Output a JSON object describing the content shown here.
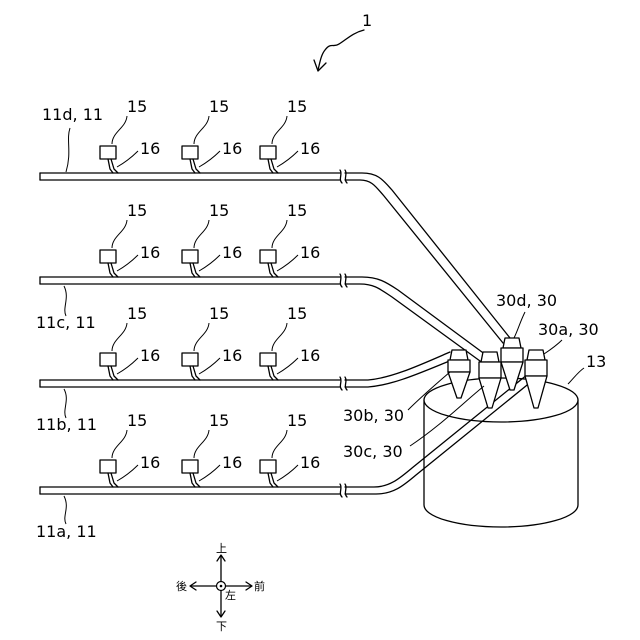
{
  "figure": {
    "main_ref": "1",
    "boxes": [
      {
        "label": "15",
        "row": "d",
        "col": 0
      },
      {
        "label": "15",
        "row": "d",
        "col": 1
      },
      {
        "label": "15",
        "row": "d",
        "col": 2
      },
      {
        "label": "15",
        "row": "c",
        "col": 0
      },
      {
        "label": "15",
        "row": "c",
        "col": 1
      },
      {
        "label": "15",
        "row": "c",
        "col": 2
      },
      {
        "label": "15",
        "row": "b",
        "col": 0
      },
      {
        "label": "15",
        "row": "b",
        "col": 1
      },
      {
        "label": "15",
        "row": "b",
        "col": 2
      },
      {
        "label": "15",
        "row": "a",
        "col": 0
      },
      {
        "label": "15",
        "row": "a",
        "col": 1
      },
      {
        "label": "15",
        "row": "a",
        "col": 2
      }
    ],
    "nozzles": [
      {
        "label": "16",
        "row": "d",
        "col": 0
      },
      {
        "label": "16",
        "row": "d",
        "col": 1
      },
      {
        "label": "16",
        "row": "d",
        "col": 2
      },
      {
        "label": "16",
        "row": "c",
        "col": 0
      },
      {
        "label": "16",
        "row": "c",
        "col": 1
      },
      {
        "label": "16",
        "row": "c",
        "col": 2
      },
      {
        "label": "16",
        "row": "b",
        "col": 0
      },
      {
        "label": "16",
        "row": "b",
        "col": 1
      },
      {
        "label": "16",
        "row": "b",
        "col": 2
      },
      {
        "label": "16",
        "row": "a",
        "col": 0
      },
      {
        "label": "16",
        "row": "a",
        "col": 1
      },
      {
        "label": "16",
        "row": "a",
        "col": 2
      }
    ],
    "pipe_labels": {
      "d": "11d, 11",
      "c": "11c, 11",
      "b": "11b, 11",
      "a": "11a, 11"
    },
    "tank_label": "13",
    "separator_labels": {
      "d": "30d, 30",
      "a": "30a, 30",
      "b": "30b, 30",
      "c": "30c, 30"
    },
    "directions": {
      "up": "上",
      "down": "下",
      "front": "前",
      "back": "後",
      "left": "左"
    }
  }
}
